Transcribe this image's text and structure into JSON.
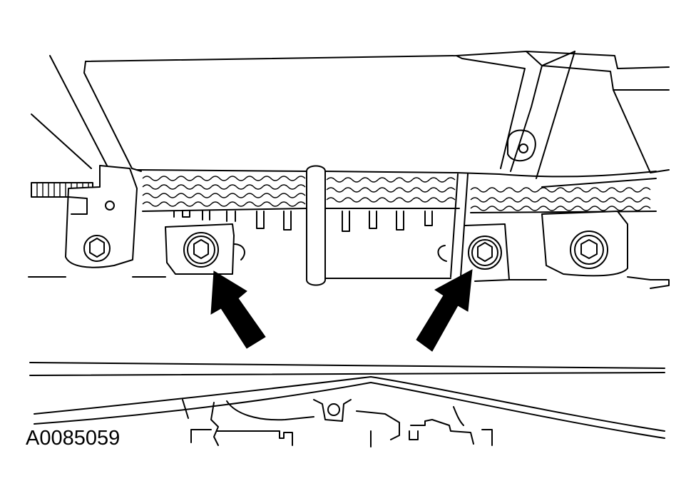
{
  "figure": {
    "id_label": "A0085059"
  },
  "colors": {
    "ink": "#000000",
    "paper": "#ffffff"
  },
  "callouts": [
    {
      "name": "left-arrow-pointing-at-bolt",
      "target": "left-center-bolt"
    },
    {
      "name": "right-arrow-pointing-at-bolt",
      "target": "right-center-bolt"
    }
  ]
}
